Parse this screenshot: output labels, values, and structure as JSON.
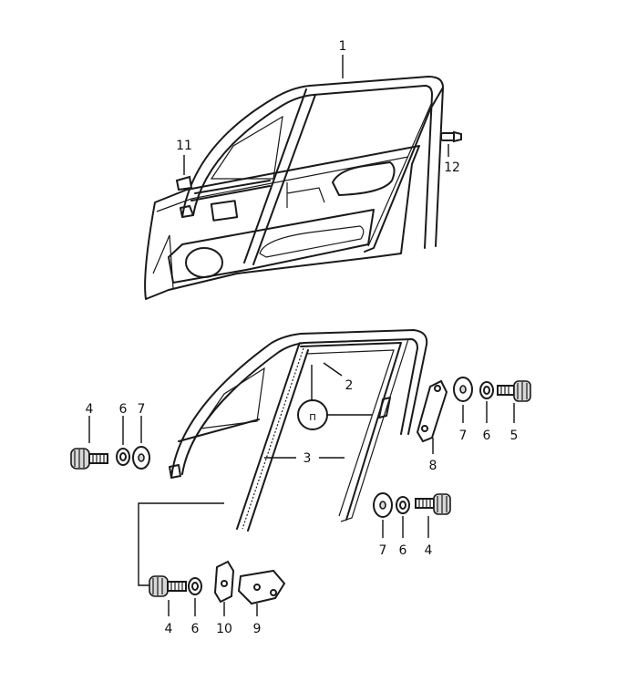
{
  "callouts": {
    "c1": "1",
    "c2": "2",
    "c3": "3",
    "c4a": "4",
    "c6a": "6",
    "c7a": "7",
    "c8": "8",
    "c7b": "7",
    "c6b": "6",
    "c5": "5",
    "c7c": "7",
    "c6c": "6",
    "c4b": "4",
    "c4c": "4",
    "c6d": "6",
    "c10": "10",
    "c9": "9",
    "c11": "11",
    "c12": "12"
  },
  "detail_marker": "п"
}
